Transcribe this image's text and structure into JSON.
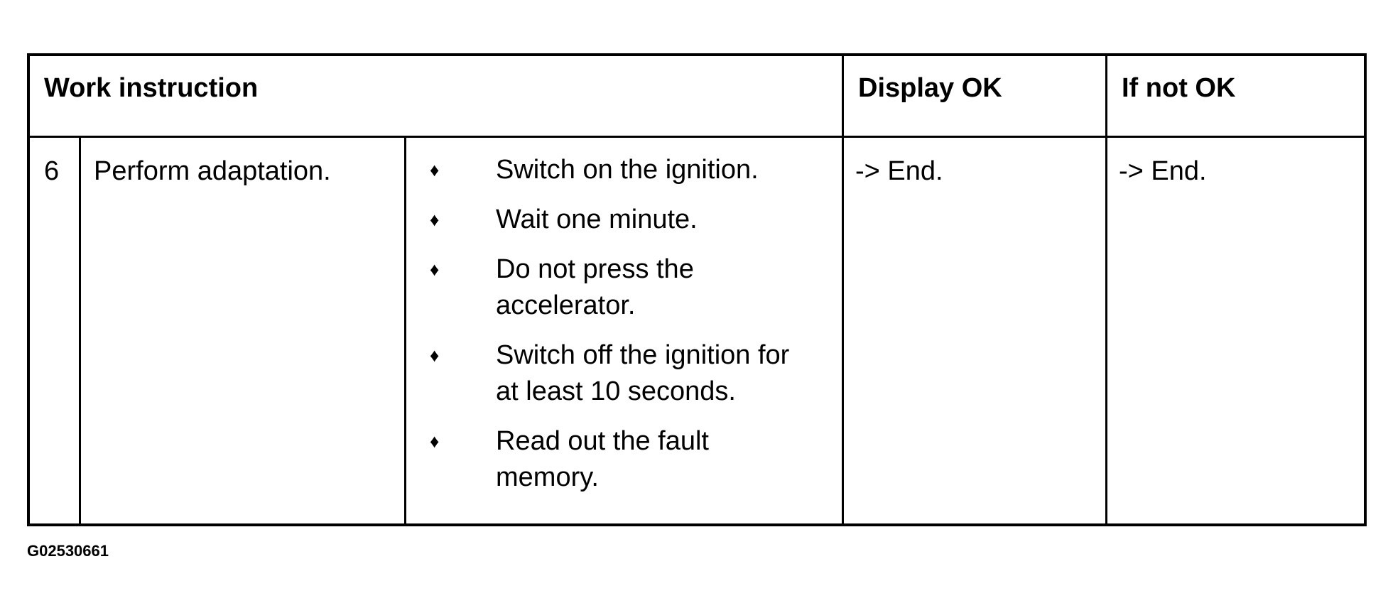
{
  "table": {
    "headers": {
      "work_instruction": "Work instruction",
      "display_ok": "Display OK",
      "if_not_ok": "If not OK"
    },
    "row": {
      "step_number": "6",
      "action": "Perform adaptation.",
      "steps": [
        "Switch on the ignition.",
        "Wait one minute.",
        "Do not press the accelerator.",
        "Switch off the ignition for at least 10 seconds.",
        "Read out the fault memory."
      ],
      "display_ok": "-> End.",
      "if_not_ok": "-> End."
    }
  },
  "icons": {
    "bullet": "diamond-bullet-icon",
    "bullet_glyph": "♦"
  },
  "figure_id": "G02530661"
}
